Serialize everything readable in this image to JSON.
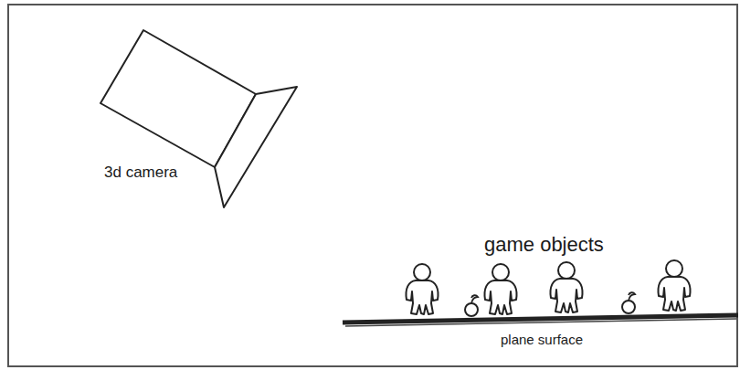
{
  "diagram": {
    "labels": [
      "3d camera",
      "game objects",
      "plane surface"
    ]
  }
}
